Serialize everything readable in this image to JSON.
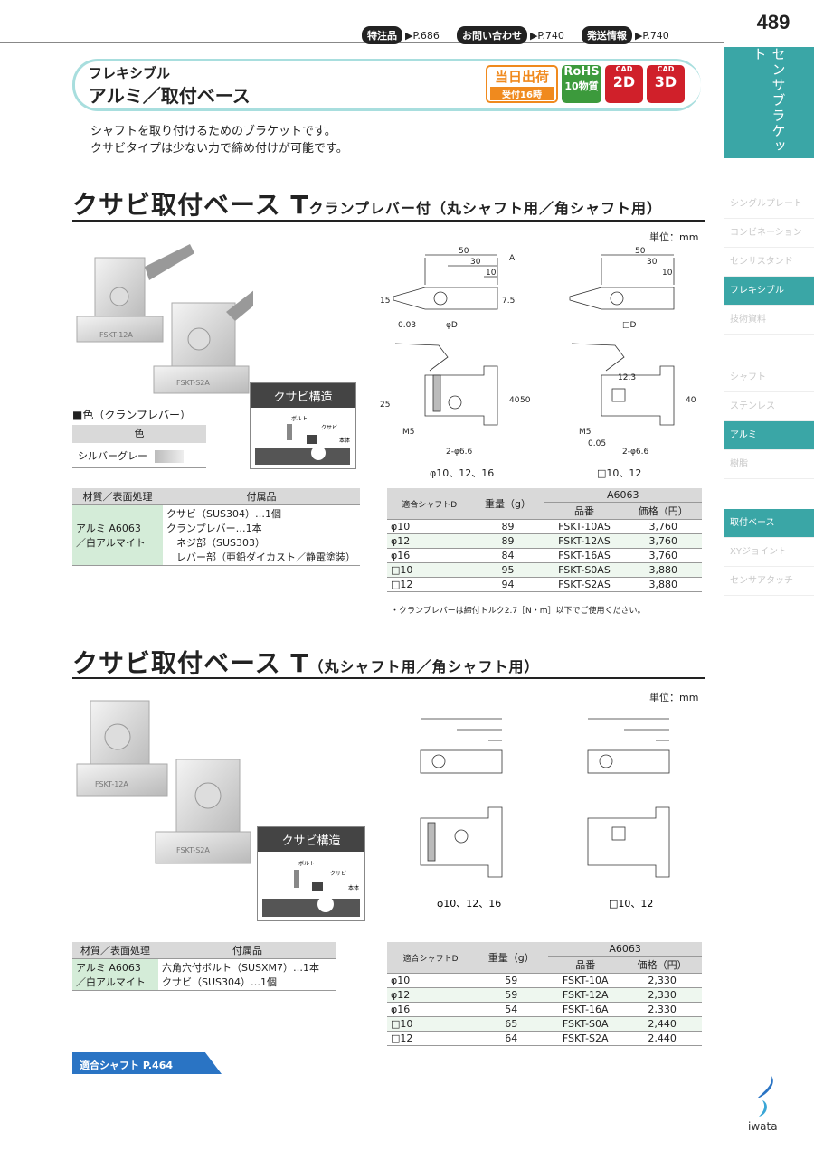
{
  "page_number": "489",
  "header": {
    "tags": [
      {
        "label": "特注品",
        "ref": "▶P.686"
      },
      {
        "label": "お問い合わせ",
        "ref": "▶P.740"
      },
      {
        "label": "発送情報",
        "ref": "▶P.740"
      }
    ]
  },
  "side": {
    "main": "センサブラケット",
    "items": [
      "シングルプレート",
      "コンビネーション",
      "センサスタンド",
      "フレキシブル",
      "技術資料",
      "シャフト",
      "ステンレス",
      "アルミ",
      "樹脂",
      "取付ベース",
      "XYジョイント",
      "センサアタッチ"
    ]
  },
  "banner": {
    "title1": "フレキシブル",
    "title2": "アルミ／取付ベース",
    "badges": {
      "same_day": "当日出荷",
      "same_day_sub": "受付16時",
      "rohs": "RoHS",
      "rohs_sub": "10物質",
      "cad2_top": "CAD",
      "cad2": "2D",
      "cad3_top": "CAD",
      "cad3": "3D"
    }
  },
  "description": [
    "シャフトを取り付けるためのブラケットです。",
    "クサビタイプは少ない力で締め付けが可能です。"
  ],
  "section1": {
    "title": "クサビ取付ベース T",
    "subtitle": "クランプレバー付（丸シャフト用／角シャフト用）",
    "unit": "単位：mm",
    "photo_labels": [
      "FSKT-12A",
      "FSKT-S2A"
    ],
    "kusabi_title": "クサビ構造",
    "kusabi_labels": [
      "ボルト",
      "クサビ",
      "本体"
    ],
    "color_heading": "■色（クランプレバー）",
    "color_header": "色",
    "color_value": "シルバーグレー",
    "drawing_labels": {
      "left": "φ10、12、16",
      "right": "□10、12",
      "dims": [
        "50",
        "30",
        "10",
        "15",
        "7.5",
        "25",
        "40",
        "50",
        "M5",
        "2-φ6.6",
        "φD",
        "□D",
        "0.03",
        "0.05",
        "A",
        "12.3"
      ]
    },
    "material_header": [
      "材質／表面処理",
      "付属品"
    ],
    "material": [
      "アルミ A6063",
      "／白アルマイト"
    ],
    "accessories": [
      "クサビ（SUS304）…1個",
      "クランプレバー…1本",
      "　ネジ部（SUS303）",
      "　レバー部（亜鉛ダイカスト／静電塗装）"
    ],
    "table_header": {
      "col1": "適合シャフトD",
      "col2": "重量（g）",
      "group": "A6063",
      "part": "品番",
      "price": "価格（円）"
    },
    "rows": [
      [
        "φ10",
        "89",
        "FSKT-10AS",
        "3,760"
      ],
      [
        "φ12",
        "89",
        "FSKT-12AS",
        "3,760"
      ],
      [
        "φ16",
        "84",
        "FSKT-16AS",
        "3,760"
      ],
      [
        "□10",
        "95",
        "FSKT-S0AS",
        "3,880"
      ],
      [
        "□12",
        "94",
        "FSKT-S2AS",
        "3,880"
      ]
    ],
    "note": "・クランプレバーは締付トルク2.7［N・m］以下でご使用ください。"
  },
  "section2": {
    "title": "クサビ取付ベース T",
    "subtitle": "（丸シャフト用／角シャフト用）",
    "unit": "単位：mm",
    "photo_labels": [
      "FSKT-12A",
      "FSKT-S2A"
    ],
    "kusabi_title": "クサビ構造",
    "kusabi_labels": [
      "ボルト",
      "クサビ",
      "本体"
    ],
    "drawing_labels": {
      "left": "φ10、12、16",
      "right": "□10、12"
    },
    "material_header": [
      "材質／表面処理",
      "付属品"
    ],
    "material": [
      "アルミ A6063",
      "／白アルマイト"
    ],
    "accessories": [
      "六角穴付ボルト（SUSXM7）…1本",
      "クサビ（SUS304）…1個"
    ],
    "table_header": {
      "col1": "適合シャフトD",
      "col2": "重量（g）",
      "group": "A6063",
      "part": "品番",
      "price": "価格（円）"
    },
    "rows": [
      [
        "φ10",
        "59",
        "FSKT-10A",
        "2,330"
      ],
      [
        "φ12",
        "59",
        "FSKT-12A",
        "2,330"
      ],
      [
        "φ16",
        "54",
        "FSKT-16A",
        "2,330"
      ],
      [
        "□10",
        "65",
        "FSKT-S0A",
        "2,440"
      ],
      [
        "□12",
        "64",
        "FSKT-S2A",
        "2,440"
      ]
    ]
  },
  "footer": {
    "shaft_link": "適合シャフト P.464",
    "logo": "iwata"
  },
  "colors": {
    "accent": "#3aa6a6",
    "table_green": "#d4ecd8",
    "orange": "#f08a1e",
    "rohs_green": "#3c9a3c",
    "cad_red": "#d0202a",
    "link_blue": "#2a74c4"
  }
}
